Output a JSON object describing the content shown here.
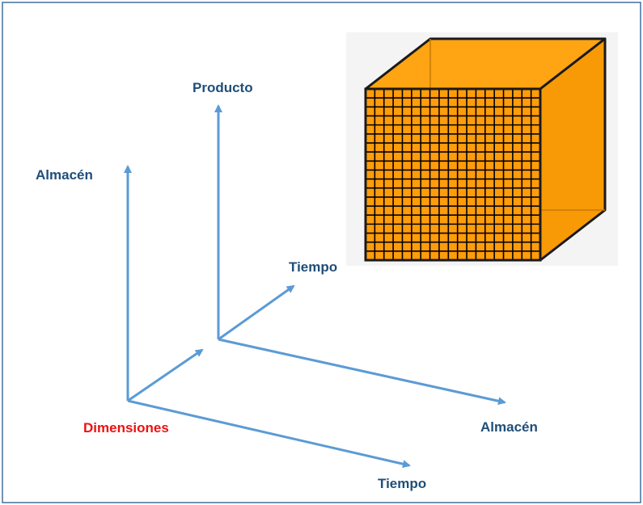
{
  "colors": {
    "frame": "#41719c",
    "arrow": "#5b9bd5",
    "label": "#1f4e79",
    "highlight": "#ee1111",
    "cube_face": "#ff9c0a",
    "cube_edge": "#1a1a1a",
    "cube_grid": "#000000"
  },
  "diagram": {
    "left_axes": {
      "vertical_label": "Almacén",
      "diagonal_label": "Tiempo",
      "origin_label": "Dimensiones"
    },
    "right_axes": {
      "vertical_label": "Producto",
      "diagonal_label": "Tiempo",
      "horizontal_label": "Almacén"
    },
    "cube": {
      "rows": 19,
      "cols": 19,
      "icon": "data-cube-icon"
    }
  }
}
